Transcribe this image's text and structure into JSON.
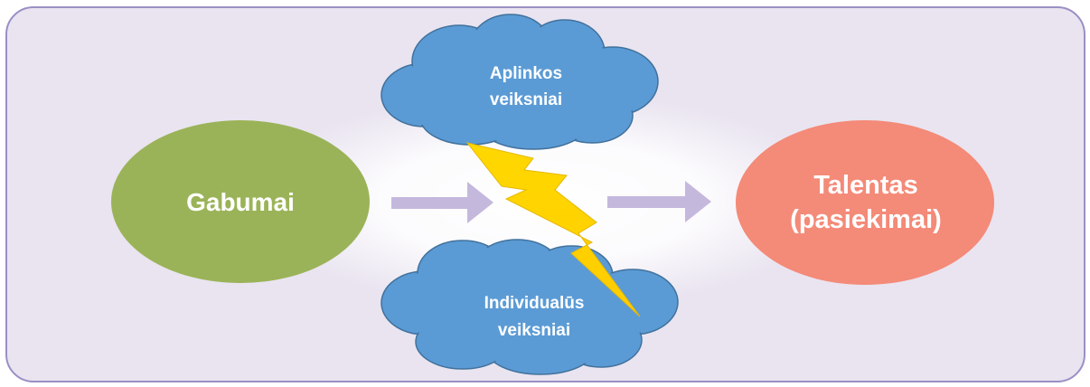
{
  "colors": {
    "background": "#e9e4f0",
    "border": "#9b8fc4",
    "glow": "#ffffff",
    "ability": "#9bb358",
    "talent": "#f48a78",
    "cloud": "#5b9bd5",
    "cloud_outline": "#41719c",
    "arrow": "#c5b8dd",
    "lightning": "#ffd400"
  },
  "nodes": {
    "abilities": {
      "label": "Gabumai",
      "shape": "ellipse"
    },
    "talent": {
      "line1": "Talentas",
      "line2": "(pasiekimai)",
      "shape": "ellipse"
    },
    "environment": {
      "line1": "Aplinkos",
      "line2": "veiksniai",
      "shape": "cloud"
    },
    "individual": {
      "line1": "Individualūs",
      "line2": "veiksniai",
      "shape": "cloud"
    }
  },
  "arrows": [
    {
      "from": "abilities",
      "to": "lightning"
    },
    {
      "from": "lightning",
      "to": "talent"
    }
  ],
  "icons": {
    "lightning": "lightning-bolt-icon"
  }
}
